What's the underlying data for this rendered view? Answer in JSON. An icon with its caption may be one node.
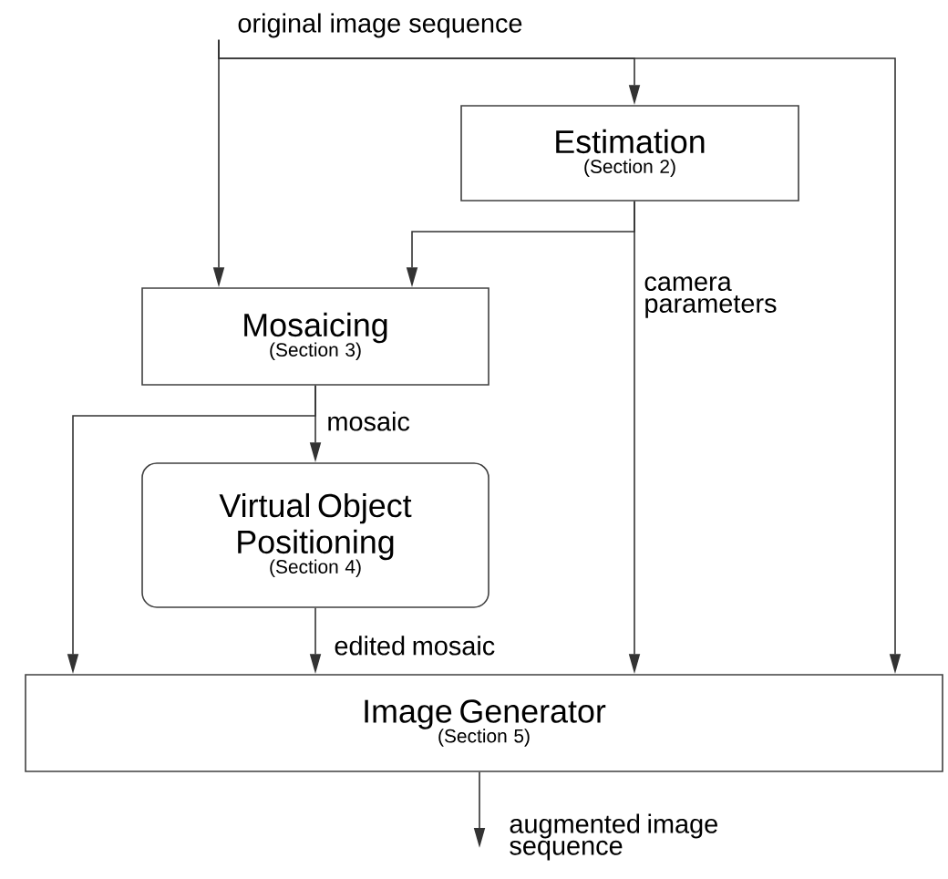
{
  "diagram": {
    "nodes": [
      {
        "text": [
          "original image sequence"
        ]
      },
      {
        "text": [
          "Estimation",
          "(Section 2)"
        ]
      },
      {
        "text": [
          "Mosaicing",
          "(Section 3)"
        ]
      },
      {
        "text": [
          "Virtual Object Positioning",
          "(Section 4)"
        ]
      },
      {
        "text": [
          "Image Generator",
          "(Section 5)"
        ]
      }
    ],
    "edges": [
      {
        "from": 0,
        "to": 1,
        "arrow": "to"
      },
      {
        "from": 0,
        "to": 2,
        "arrow": "to"
      },
      {
        "from": 0,
        "to": 4,
        "arrow": "to"
      },
      {
        "from": 1,
        "to": 2,
        "arrow": "to"
      },
      {
        "from": 1,
        "to": 4,
        "arrow": "to",
        "label": "camera parameters"
      },
      {
        "from": 2,
        "to": 3,
        "arrow": "to",
        "label": "mosaic"
      },
      {
        "from": 2,
        "to": 4,
        "arrow": "to"
      },
      {
        "from": 3,
        "to": 4,
        "arrow": "to",
        "label": "edited mosaic"
      },
      {
        "from": 4,
        "to": null,
        "arrow": "to",
        "label": "augmented image sequence"
      }
    ]
  }
}
